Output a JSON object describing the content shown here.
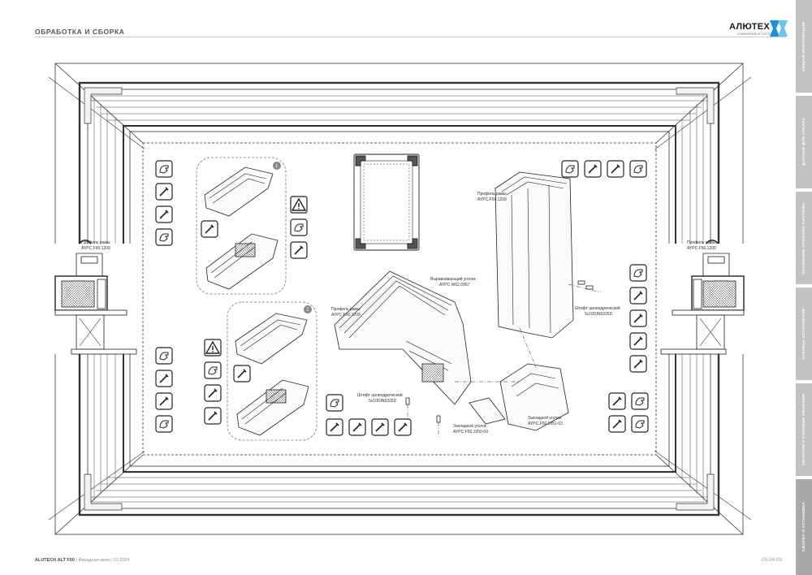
{
  "header": {
    "section_title": "ОБРАБОТКА И СБОРКА",
    "logo_text": "АЛЮТЕХ",
    "logo_subtitle": "АЛЮМИНИЕВЫЕ СИСТЕМЫ"
  },
  "sidebar": {
    "tabs": [
      "ОБЩАЯ ИНФОРМАЦИЯ",
      "ДАННЫЕ ДЛЯ ЗАКАЗА",
      "ОСНОВНЫЕ ПРОФИЛИ СИСТЕМЫ",
      "ТАБЛИЦА ОСТЕКЛЕНИЯ",
      "СЕЧЕНИЯ И УЗЛОВЫЕ РЕШЕНИЯ",
      "СБОРКА И УСТАНОВКА"
    ]
  },
  "labels": {
    "profile_left_1": "Профиль рамы",
    "profile_left_2": "AYPC.F50.1209",
    "profile_right_1": "Профиль рамы",
    "profile_right_2": "AYPC.F50.1209",
    "frame_top_1": "Профиль рамы",
    "frame_top_2": "AYPC.F50.1209",
    "frame_mid_1": "Профиль рамы",
    "frame_mid_2": "AYPC.F50.1209",
    "corner_align_1": "Выравнивающий уголок",
    "corner_align_2": "AYPC.W62.0957",
    "pin_right_1": "Штифт цилиндрический",
    "pin_right_2": "5x10DIN6325D",
    "pin_left_1": "Штифт цилиндрический",
    "pin_left_2": "5x10DIN6325D",
    "corner_insert_a_1": "Закладной уголок",
    "corner_insert_a_2": "AYPC.F50.1950-09",
    "corner_insert_b_1": "Закладной уголок",
    "corner_insert_b_2": "AYPC.F50.1951-02",
    "step_1": "1",
    "step_2": "2"
  },
  "footer": {
    "product": "ALUTECH ALT F50",
    "subtitle": " | Фасадная окна | 10.2024",
    "page_code": "05.04.03"
  }
}
